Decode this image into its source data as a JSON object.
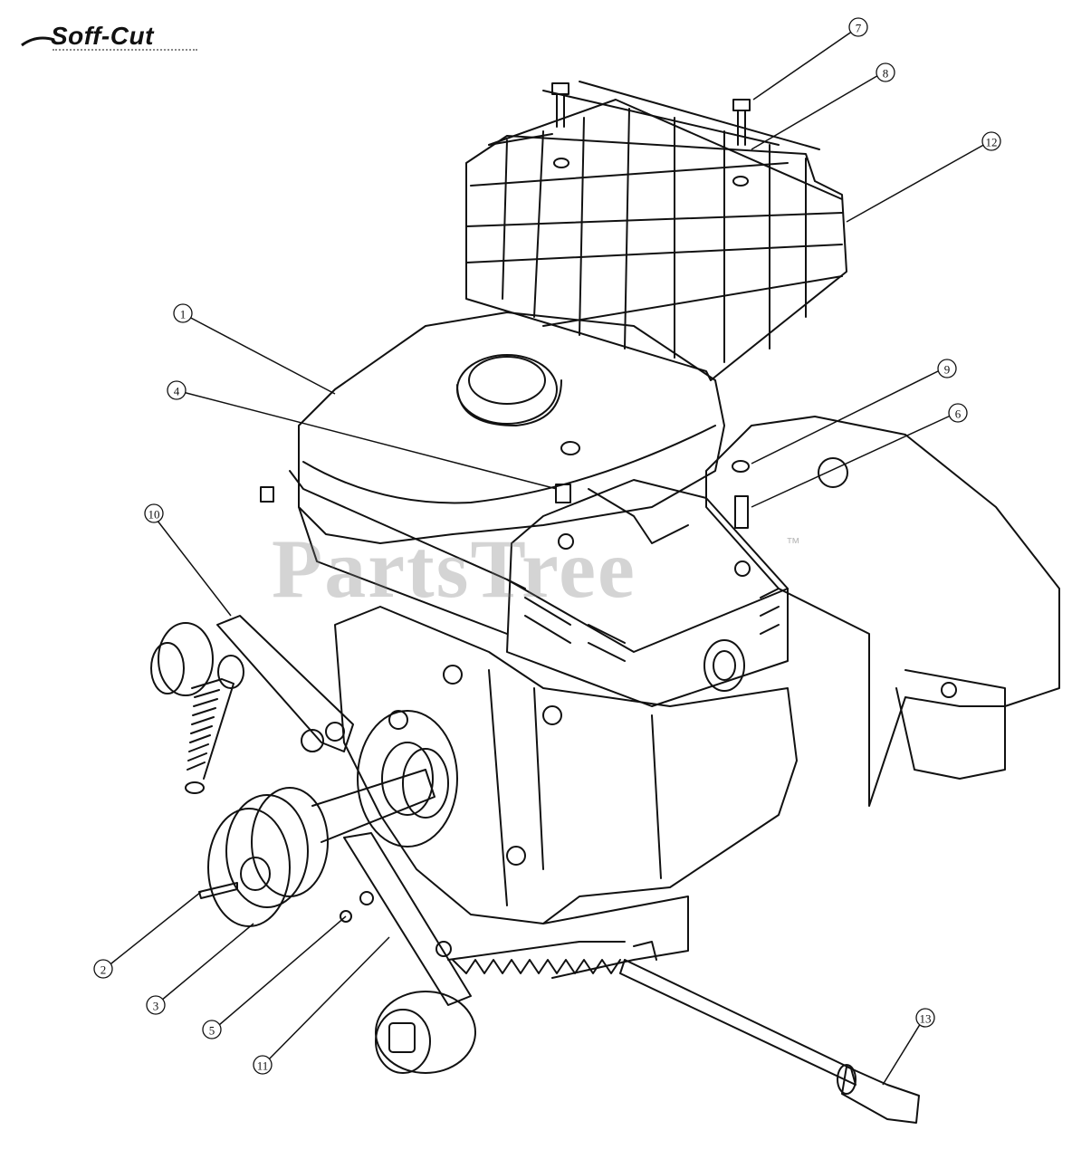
{
  "brand": {
    "logo_text": "Soff-Cut"
  },
  "watermark": {
    "text": "PartsTree",
    "tm": "™"
  },
  "callouts": [
    {
      "id": "c1",
      "label": "1"
    },
    {
      "id": "c2",
      "label": "2"
    },
    {
      "id": "c3",
      "label": "3"
    },
    {
      "id": "c4",
      "label": "4"
    },
    {
      "id": "c5",
      "label": "5"
    },
    {
      "id": "c6",
      "label": "6"
    },
    {
      "id": "c7",
      "label": "7"
    },
    {
      "id": "c8",
      "label": "8"
    },
    {
      "id": "c9",
      "label": "9"
    },
    {
      "id": "c10",
      "label": "10"
    },
    {
      "id": "c11",
      "label": "11"
    },
    {
      "id": "c12",
      "label": "12"
    },
    {
      "id": "c13",
      "label": "13"
    }
  ]
}
